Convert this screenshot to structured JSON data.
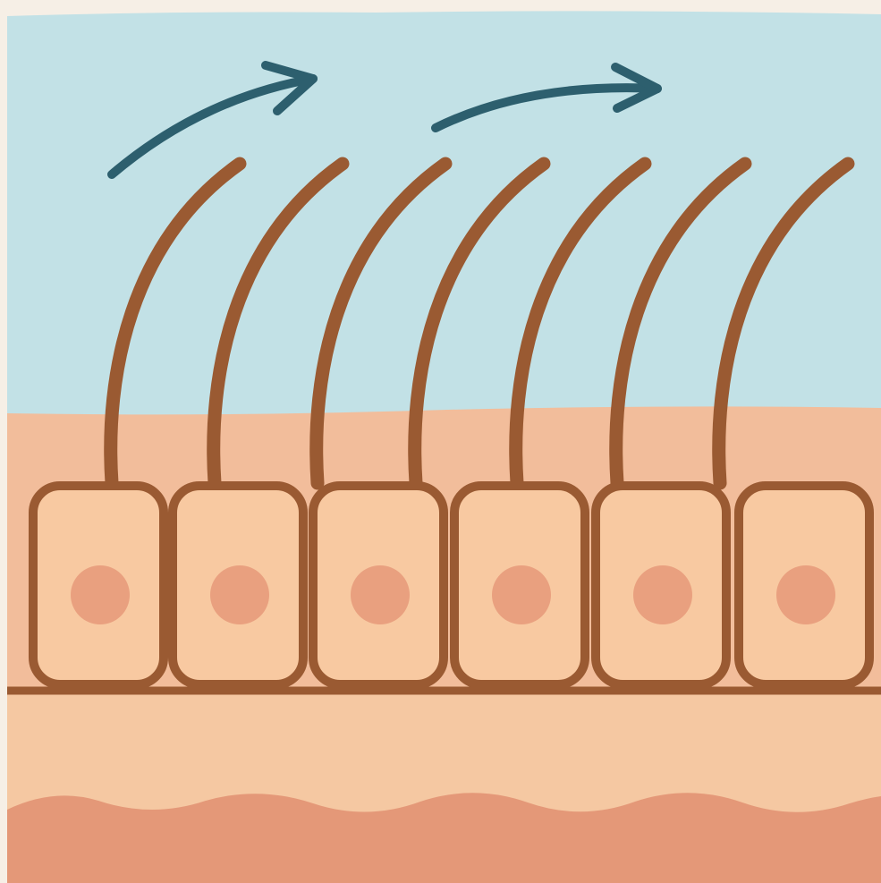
{
  "diagram": {
    "cell_count": 6,
    "cilia_count": 7,
    "flow_arrow_count": 2,
    "colors": {
      "frame": "#f6efe6",
      "fluid": "#c2e1e6",
      "mucus_layer": "#f2bd9b",
      "cell_fill": "#f8c9a1",
      "cell_outline": "#9a5a32",
      "nucleus": "#e9a07f",
      "cilium": "#9a5a32",
      "basement_line": "#9a5a32",
      "connective_tissue": "#f5c8a2",
      "deep_tissue": "#e49878",
      "flow_arrow": "#2d5f6e"
    }
  }
}
